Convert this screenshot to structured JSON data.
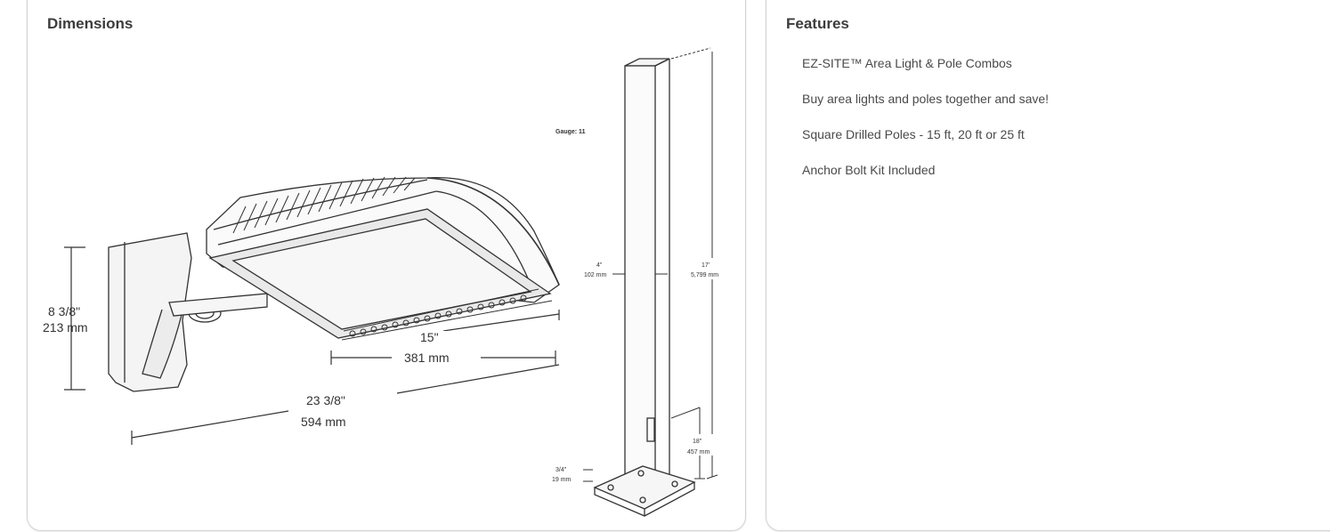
{
  "dimensions": {
    "title": "Dimensions",
    "height_in": "8 3/8\"",
    "height_mm": "213 mm",
    "width_in": "15\"",
    "width_mm": "381 mm",
    "length_in": "23 3/8\"",
    "length_mm": "594 mm",
    "gauge": "Gauge: 11",
    "pole_size_in": "4\"",
    "pole_size_mm": "102 mm",
    "pole_height_in": "17'",
    "pole_height_mm": "5,799 mm",
    "base_height_in": "18\"",
    "base_height_mm": "457 mm",
    "plate_in": "3/4\"",
    "plate_mm": "19 mm"
  },
  "features": {
    "title": "Features",
    "items": [
      "EZ-SITE™ Area Light & Pole Combos",
      "Buy area lights and poles together and save!",
      "Square Drilled Poles - 15 ft, 20 ft or 25 ft",
      "Anchor Bolt Kit Included"
    ]
  }
}
